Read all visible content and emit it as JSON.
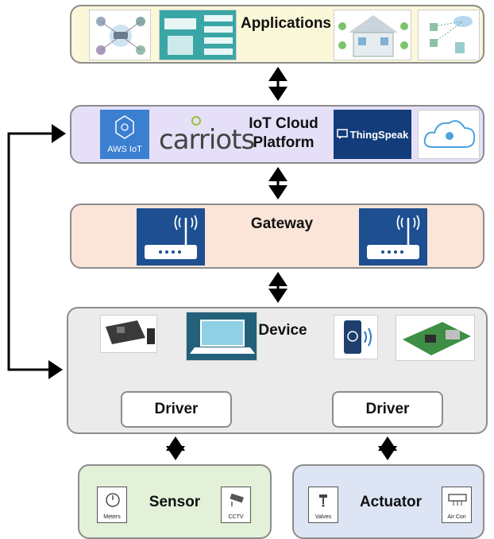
{
  "layers": {
    "applications": {
      "title": "Applications"
    },
    "cloud": {
      "title_line1": "IoT Cloud",
      "title_line2": "Platform",
      "logos": {
        "aws": "AWS IoT",
        "carriots": "carriots",
        "thingspeak": "ThingSpeak"
      }
    },
    "gateway": {
      "title": "Gateway"
    },
    "device": {
      "title": "Device",
      "driver_left": "Driver",
      "driver_right": "Driver"
    },
    "sensor": {
      "title": "Sensor",
      "items": [
        "Meters",
        "CCTV"
      ]
    },
    "actuator": {
      "title": "Actuator",
      "items": [
        "Valves",
        "Air Con"
      ]
    }
  },
  "colors": {
    "applications_fill": "#fbf7d9",
    "cloud_fill": "#e5e0f8",
    "gateway_fill": "#fbe5d8",
    "device_fill": "#ebebeb",
    "sensor_fill": "#e3f1d9",
    "actuator_fill": "#dde5f4",
    "router_blue": "#1d4f91",
    "aws_blue": "#3b7fd1",
    "thingspeak_navy": "#123c7a"
  }
}
